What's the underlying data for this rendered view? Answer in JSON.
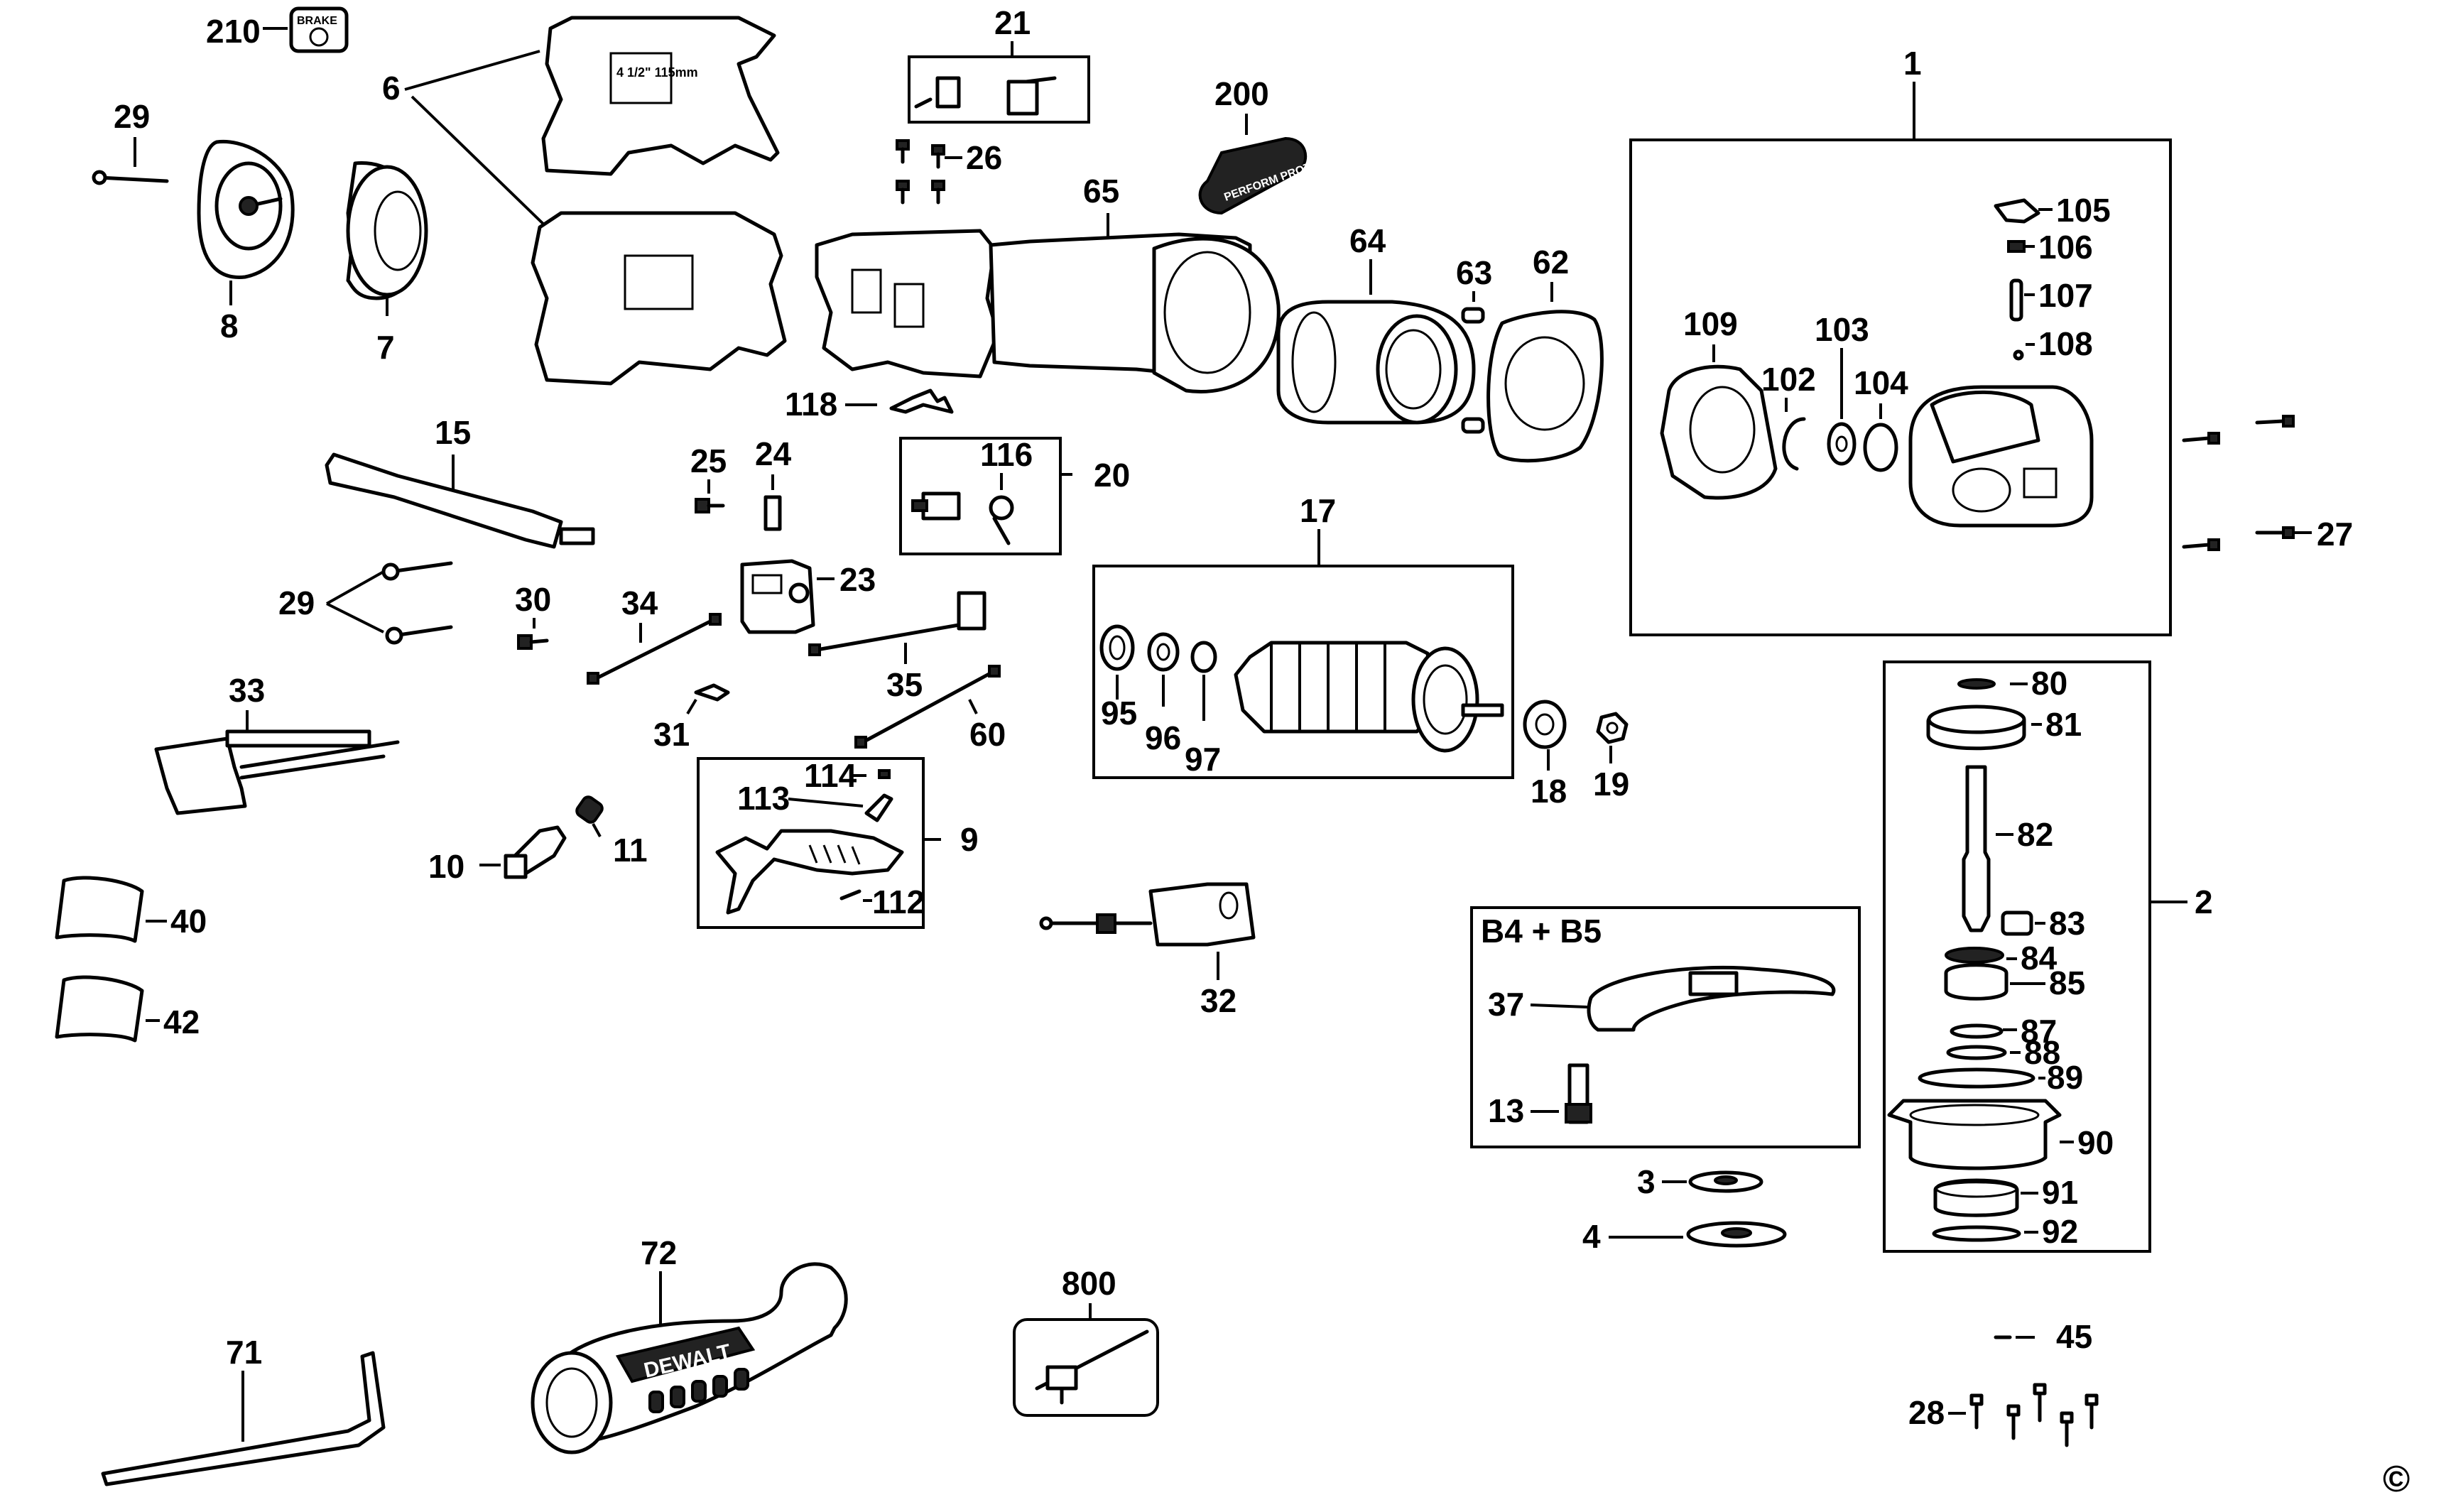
{
  "diagram": {
    "callouts": {
      "c210": "210",
      "c6": "6",
      "c29a": "29",
      "c8": "8",
      "c7": "7",
      "c21": "21",
      "c26": "26",
      "c200": "200",
      "c65": "65",
      "c64": "64",
      "c63": "63",
      "c62": "62",
      "c1": "1",
      "c105": "105",
      "c106": "106",
      "c107": "107",
      "c108": "108",
      "c109": "109",
      "c102": "102",
      "c103": "103",
      "c104": "104",
      "c27": "27",
      "c118": "118",
      "c15": "15",
      "c25": "25",
      "c24": "24",
      "c116": "116",
      "c20": "20",
      "c17": "17",
      "c29b": "29",
      "c30": "30",
      "c23": "23",
      "c34": "34",
      "c35": "35",
      "c31": "31",
      "c60": "60",
      "c33": "33",
      "c95": "95",
      "c96": "96",
      "c97": "97",
      "c18": "18",
      "c19": "19",
      "c114": "114",
      "c113": "113",
      "c9": "9",
      "c112": "112",
      "c10": "10",
      "c11": "11",
      "c40": "40",
      "c42": "42",
      "c32": "32",
      "c80": "80",
      "c81": "81",
      "c82": "82",
      "c83": "83",
      "c2": "2",
      "c84": "84",
      "c85": "85",
      "c87": "87",
      "c88": "88",
      "c89": "89",
      "c90": "90",
      "c91": "91",
      "c92": "92",
      "c37": "37",
      "c13": "13",
      "c3": "3",
      "c4": "4",
      "c72": "72",
      "c800": "800",
      "c71": "71",
      "c45": "45",
      "c28": "28"
    },
    "box_b4b5_title": "B4 + B5",
    "brake_badge_text": "BRAKE",
    "housing_marking": "4 1/2\" 115mm",
    "badge_200_text": "PERFORM PROTECT",
    "handle_brand": "DEWALT",
    "copyright_symbol": "©"
  }
}
